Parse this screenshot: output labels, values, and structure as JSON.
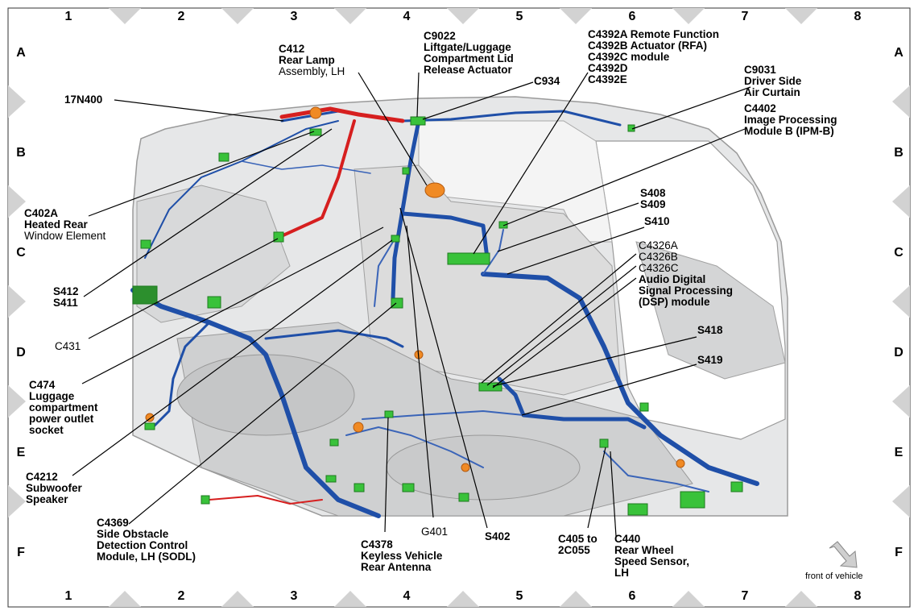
{
  "grid": {
    "columns": [
      "1",
      "2",
      "3",
      "4",
      "5",
      "6",
      "7",
      "8"
    ],
    "rows": [
      "A",
      "B",
      "C",
      "D",
      "E",
      "F"
    ]
  },
  "orientation": {
    "label": "front of vehicle"
  },
  "callouts": [
    {
      "id": "c412",
      "lines": [
        "C412",
        "Rear Lamp",
        "Assembly, LH"
      ]
    },
    {
      "id": "c9022",
      "lines": [
        "C9022",
        "Liftgate/Luggage",
        "Compartment Lid",
        "Release Actuator"
      ]
    },
    {
      "id": "c4392",
      "lines": [
        "C4392A  Remote Function",
        "C4392B  Actuator (RFA)",
        "C4392C  module",
        "C4392D",
        "C4392E"
      ]
    },
    {
      "id": "n17n400",
      "lines": [
        "17N400"
      ]
    },
    {
      "id": "c934",
      "lines": [
        "C934"
      ]
    },
    {
      "id": "c9031",
      "lines": [
        "C9031",
        "Driver Side",
        "Air Curtain"
      ]
    },
    {
      "id": "c4402",
      "lines": [
        "C4402",
        "Image Processing",
        "Module B (IPM-B)"
      ]
    },
    {
      "id": "s408",
      "lines": [
        "S408",
        "S409"
      ]
    },
    {
      "id": "s410",
      "lines": [
        "S410"
      ]
    },
    {
      "id": "c4326",
      "lines": [
        "C4326A",
        "C4326B",
        "C4326C",
        "Audio Digital",
        "Signal Processing",
        "(DSP) module"
      ]
    },
    {
      "id": "c402a",
      "lines": [
        "C402A",
        "Heated Rear",
        "Window Element"
      ]
    },
    {
      "id": "s412",
      "lines": [
        "S412",
        "S411"
      ]
    },
    {
      "id": "c431",
      "lines": [
        "C431"
      ]
    },
    {
      "id": "c474",
      "lines": [
        "C474",
        "Luggage",
        "compartment",
        "power outlet",
        "socket"
      ]
    },
    {
      "id": "s418",
      "lines": [
        "S418"
      ]
    },
    {
      "id": "s419",
      "lines": [
        "S419"
      ]
    },
    {
      "id": "c4212",
      "lines": [
        "C4212",
        "Subwoofer",
        "Speaker"
      ]
    },
    {
      "id": "c4369",
      "lines": [
        "C4369",
        "Side Obstacle",
        "Detection Control",
        "Module, LH (SODL)"
      ]
    },
    {
      "id": "g401",
      "lines": [
        "G401"
      ]
    },
    {
      "id": "s402",
      "lines": [
        "S402"
      ]
    },
    {
      "id": "c4378",
      "lines": [
        "C4378",
        "Keyless Vehicle",
        "Rear Antenna"
      ]
    },
    {
      "id": "c405",
      "lines": [
        "C405  to",
        "2C055"
      ]
    },
    {
      "id": "c440",
      "lines": [
        "C440",
        "Rear Wheel",
        "Speed Sensor,",
        "LH"
      ]
    }
  ]
}
